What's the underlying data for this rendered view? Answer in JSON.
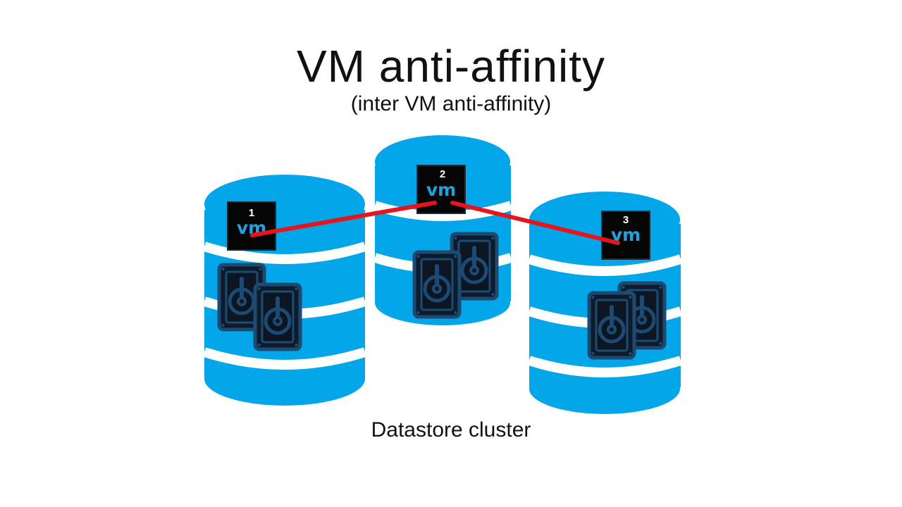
{
  "title": "VM anti-affinity",
  "subtitle": "(inter VM anti-affinity)",
  "caption": "Datastore cluster",
  "colors": {
    "datastore": "#04a6ea",
    "link": "#e8141b",
    "vm_box": "#050505",
    "vm_text": "#1fa3e0",
    "disk_fill": "#0d1b2a",
    "disk_stroke": "#1d4a73"
  },
  "vms": [
    {
      "number": "1",
      "label": "vm"
    },
    {
      "number": "2",
      "label": "vm"
    },
    {
      "number": "3",
      "label": "vm"
    }
  ],
  "icons": [
    "datastore-icon",
    "vm-icon",
    "hard-disk-icon"
  ]
}
